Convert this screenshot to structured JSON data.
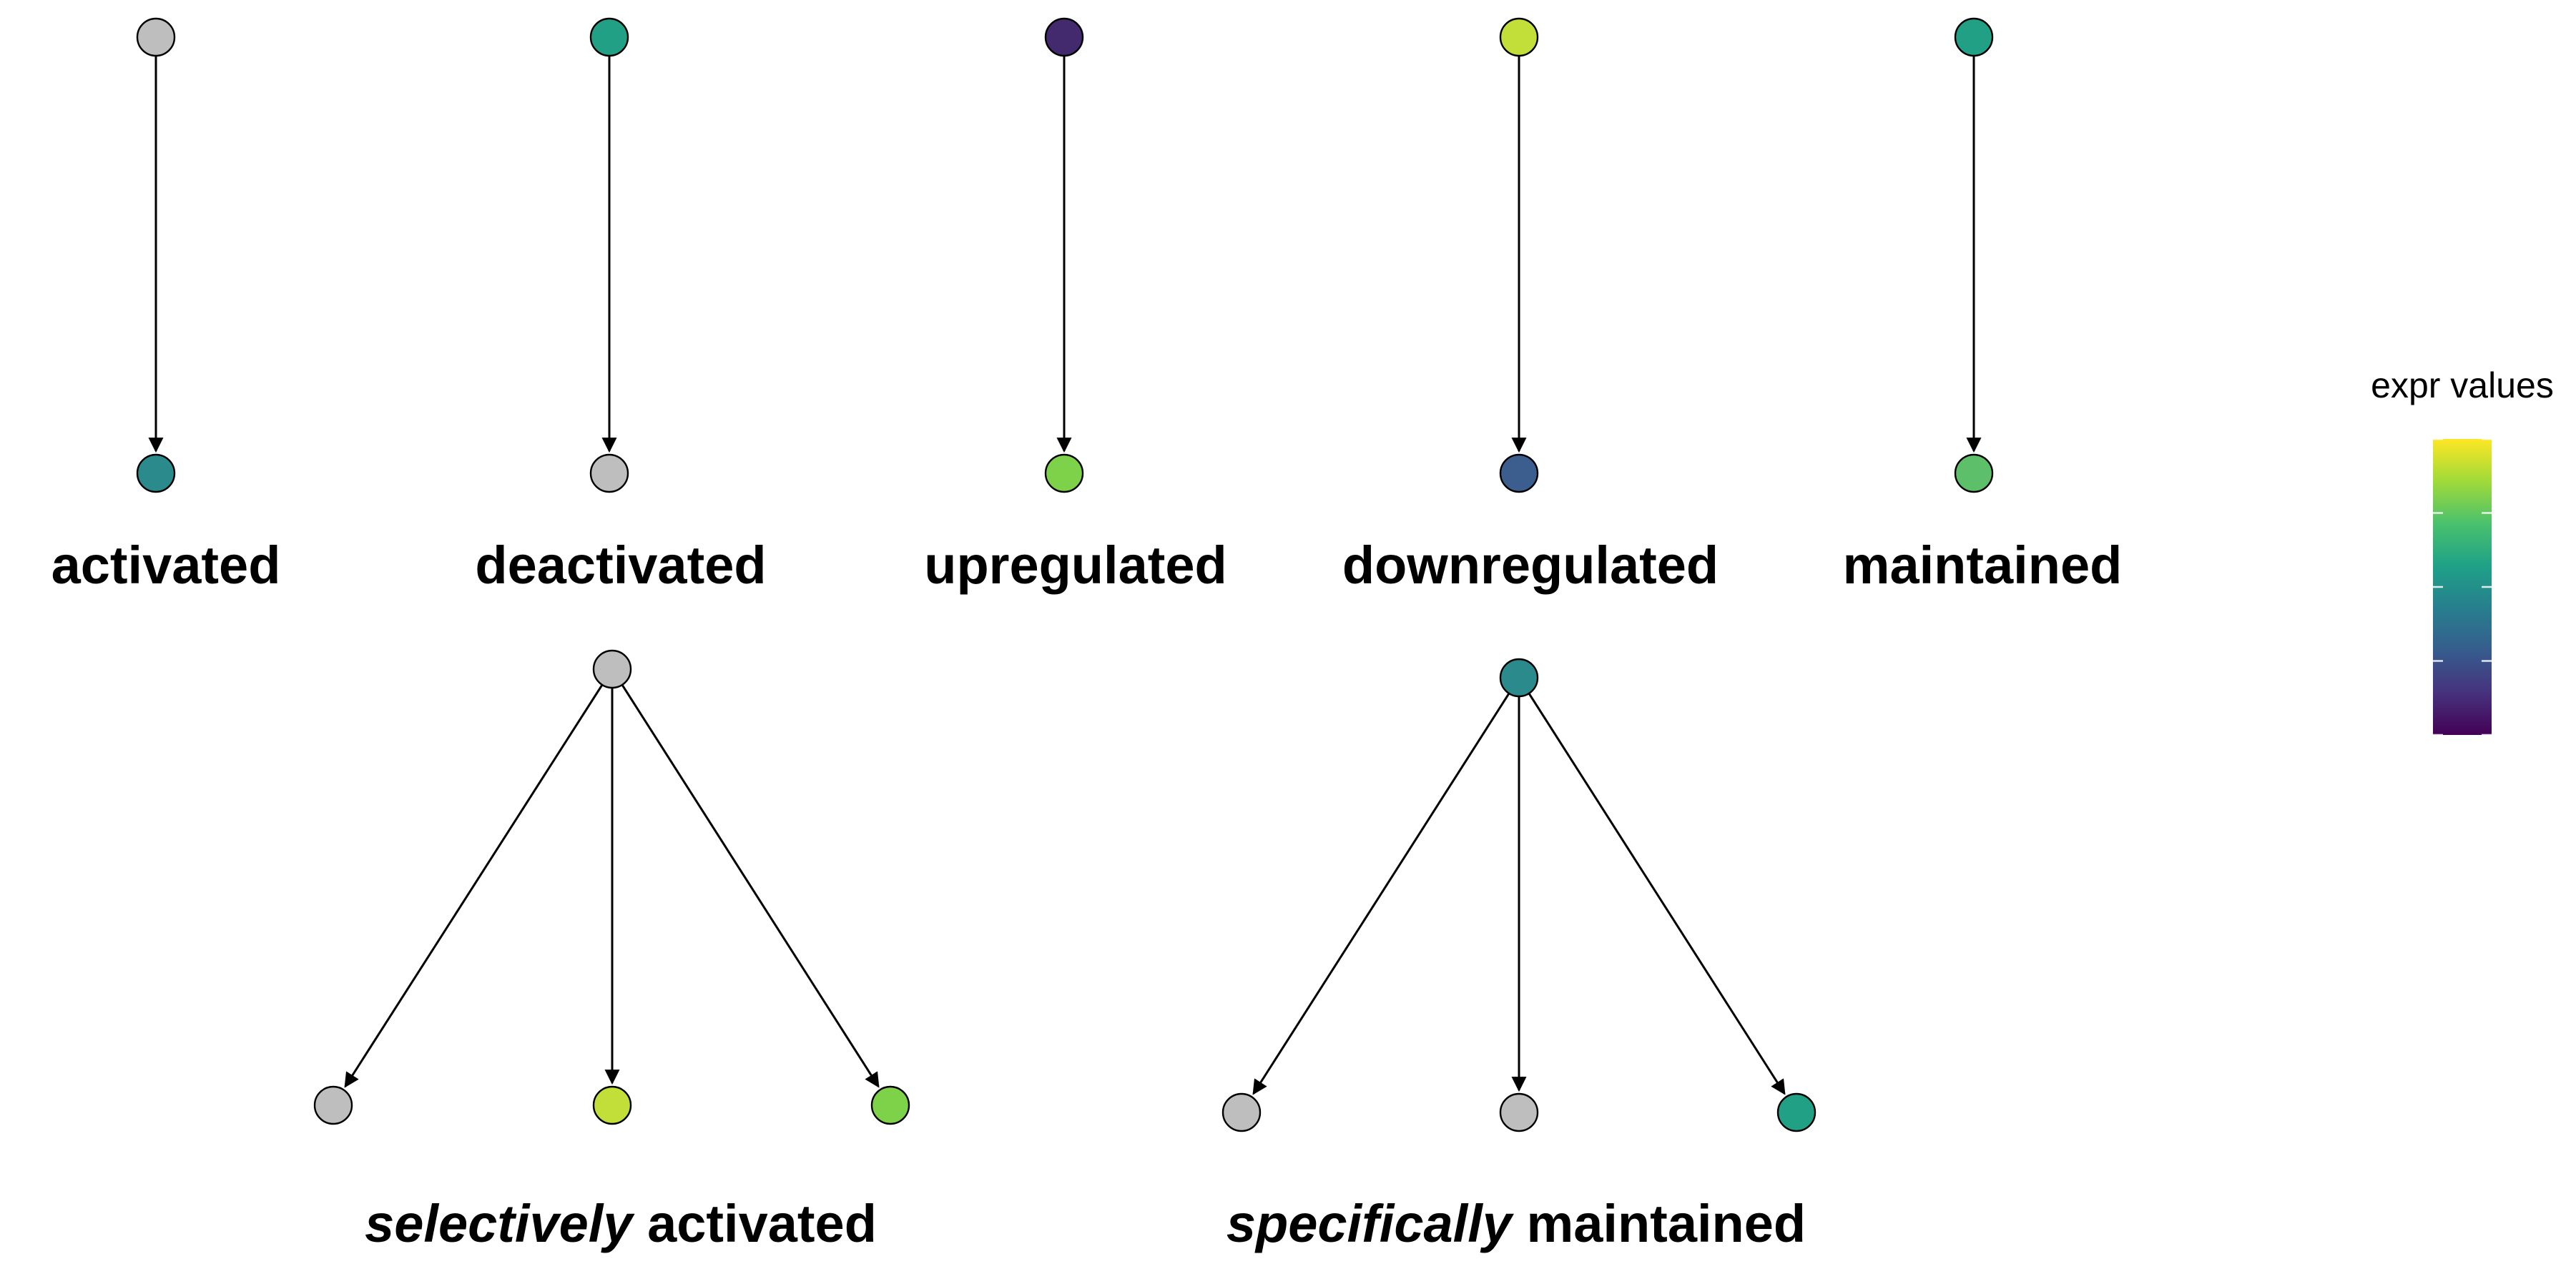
{
  "colors": {
    "gray": "#bebebe",
    "teal_dark": "#2a8a8c",
    "teal": "#21a085",
    "purple": "#432a6e",
    "green_light": "#7ed24a",
    "yellow_green": "#c2de38",
    "blue": "#3c5e8e",
    "green": "#5ebf6a"
  },
  "patterns": [
    {
      "id": "activated",
      "label": "activated",
      "parent_color": "gray",
      "child_colors": [
        "teal_dark"
      ]
    },
    {
      "id": "deactivated",
      "label": "deactivated",
      "parent_color": "teal",
      "child_colors": [
        "gray"
      ]
    },
    {
      "id": "upregulated",
      "label": "upregulated",
      "parent_color": "purple",
      "child_colors": [
        "green_light"
      ]
    },
    {
      "id": "downregulated",
      "label": "downregulated",
      "parent_color": "yellow_green",
      "child_colors": [
        "blue"
      ]
    },
    {
      "id": "maintained",
      "label": "maintained",
      "parent_color": "teal",
      "child_colors": [
        "green"
      ]
    },
    {
      "id": "selectively-activated",
      "label_italic": "selectively",
      "label_rest": " activated",
      "parent_color": "gray",
      "child_colors": [
        "gray",
        "yellow_green",
        "green_light"
      ]
    },
    {
      "id": "specifically-maintained",
      "label_italic": "specifically",
      "label_rest": " maintained",
      "parent_color": "teal_dark",
      "child_colors": [
        "gray",
        "gray",
        "teal"
      ]
    }
  ],
  "legend": {
    "title": "expr values",
    "gradient": [
      "#fde725",
      "#a0da39",
      "#4ac16d",
      "#1fa187",
      "#277f8e",
      "#365c8d",
      "#46327e",
      "#440154"
    ]
  }
}
